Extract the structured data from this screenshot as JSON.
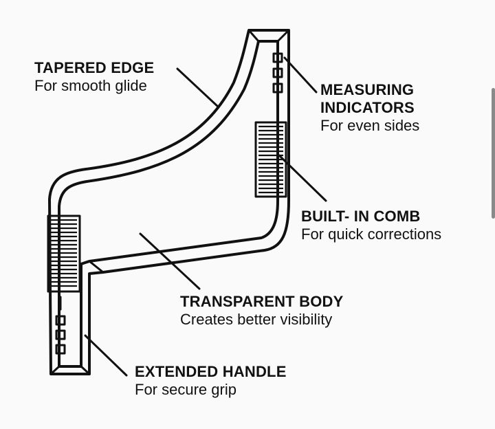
{
  "callouts": {
    "tapered_edge": {
      "title": "TAPERED EDGE",
      "desc": "For smooth glide"
    },
    "measuring": {
      "title_line1": "MEASURING",
      "title_line2": "INDICATORS",
      "desc": "For even sides"
    },
    "comb": {
      "title": "BUILT- IN COMB",
      "desc": "For quick corrections"
    },
    "body": {
      "title": "TRANSPARENT BODY",
      "desc": "Creates better visibility"
    },
    "handle": {
      "title": "EXTENDED HANDLE",
      "desc": "For secure grip"
    }
  },
  "colors": {
    "stroke": "#111111",
    "background": "#fafafa",
    "scrollbar": "#8a8a8a"
  }
}
